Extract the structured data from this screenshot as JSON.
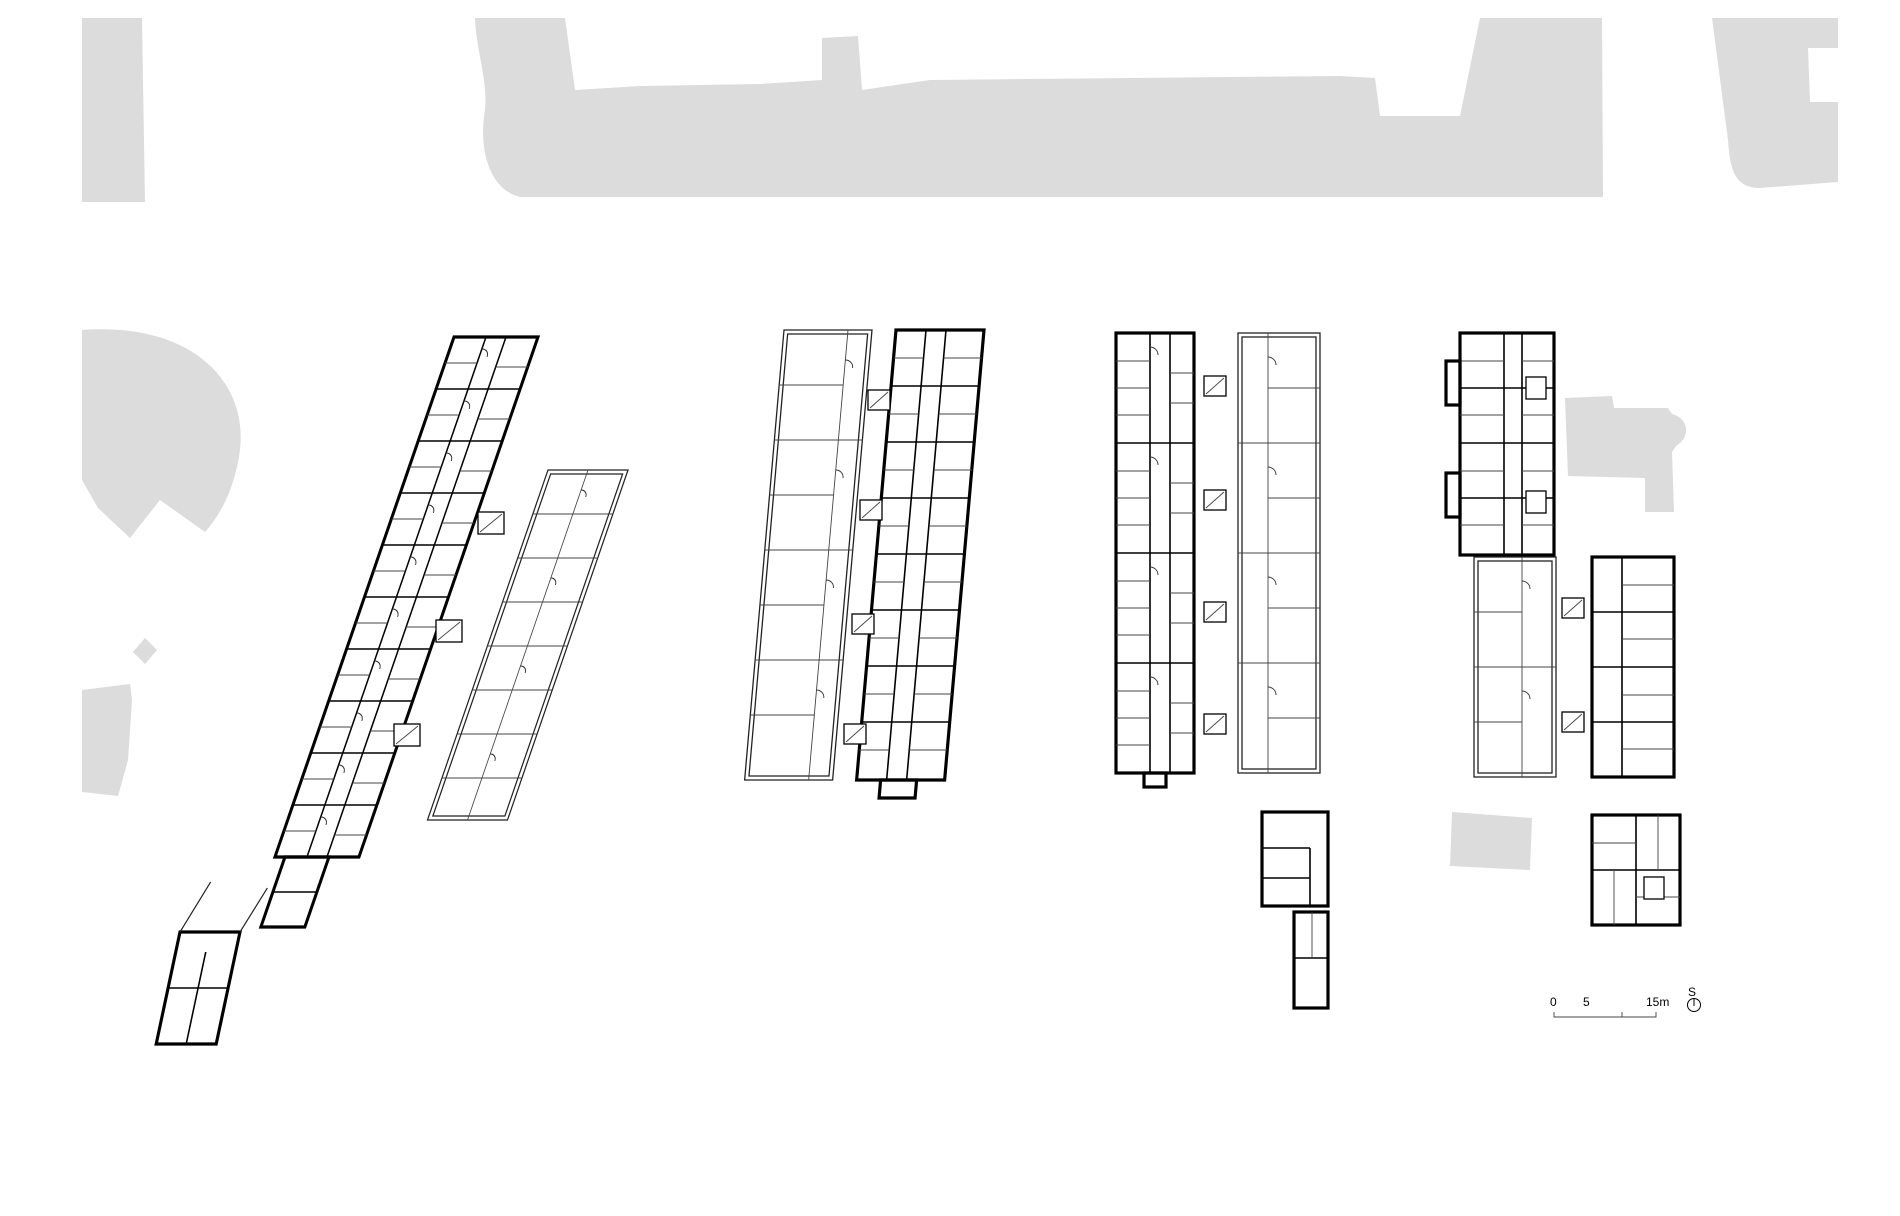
{
  "scale_bar": {
    "tick_0": "0",
    "tick_5": "5",
    "tick_15": "15m"
  },
  "north_arrow": {
    "label": "S"
  },
  "colors": {
    "context_fill": "#dcdcdc",
    "wall": "#000000",
    "background": "#ffffff"
  }
}
